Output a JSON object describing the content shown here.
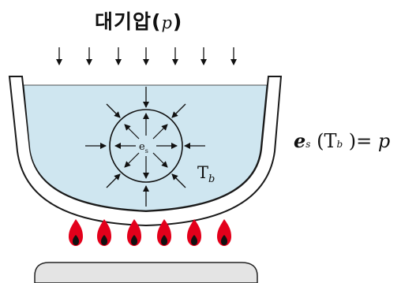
{
  "title": {
    "main": "대기압",
    "symbol": "p"
  },
  "bubble": {
    "label_base": "e",
    "label_sub": "s"
  },
  "liquid": {
    "temp_base": "T",
    "temp_sub": "b"
  },
  "equation": {
    "base": "e",
    "sub": "s",
    "open": " (",
    "temp_base": "T",
    "temp_sub": "b",
    "close": " )",
    "equals": "=",
    "rhs": "p"
  },
  "colors": {
    "water": "#cfe6f0",
    "pot_fill": "#ffffff",
    "pot_stroke": "#1a1a1a",
    "flame_red": "#e3001b",
    "flame_dark": "#111111",
    "burner": "#e4e4e4"
  }
}
